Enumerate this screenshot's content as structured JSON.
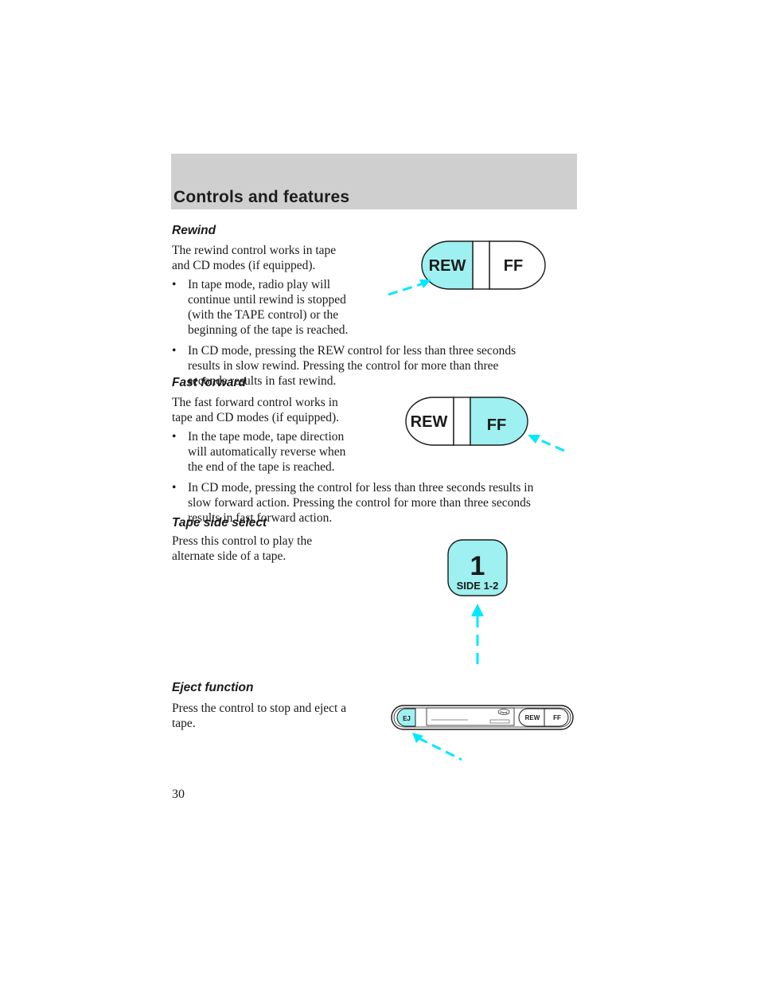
{
  "header": {
    "title": "Controls and features"
  },
  "sections": {
    "rewind": {
      "heading": "Rewind",
      "intro_line1": "The rewind control works in tape",
      "intro_line2": "and CD modes (if equipped).",
      "bullet1": [
        "In tape mode, radio play will",
        "continue until rewind is stopped",
        "(with the TAPE control) or the",
        "beginning of the tape is reached."
      ],
      "bullet2": [
        "In CD mode, pressing the REW control for less than three seconds",
        "results in slow rewind. Pressing the control for more than three",
        "seconds results in fast rewind."
      ]
    },
    "fast_forward": {
      "heading": "Fast forward",
      "intro_line1": "The fast forward control works in",
      "intro_line2": "tape and CD modes (if equipped).",
      "bullet1": [
        "In the tape mode, tape direction",
        "will automatically reverse when",
        "the end of the tape is reached."
      ],
      "bullet2": [
        "In CD mode, pressing the control for less than three seconds results in",
        "slow forward action. Pressing the control for more than three seconds",
        "results in fast forward action."
      ]
    },
    "tape_side": {
      "heading": "Tape side select",
      "intro_line1": "Press this control to play the",
      "intro_line2": "alternate side of a tape."
    },
    "eject": {
      "heading": "Eject function",
      "intro_line1": "Press the control to stop and eject a",
      "intro_line2": "tape."
    }
  },
  "bullet_glyph": "•",
  "figures": {
    "rew_label": "REW",
    "ff_label": "FF",
    "side_number": "1",
    "side_label": "SIDE 1-2",
    "eject_label": "EJ",
    "eject_rew_label": "REW",
    "eject_ff_label": "FF",
    "brand_logo_text": "Ford",
    "highlight_color": "#9ff0f0",
    "arrow_color": "#00e8ff"
  },
  "page_number": "30"
}
